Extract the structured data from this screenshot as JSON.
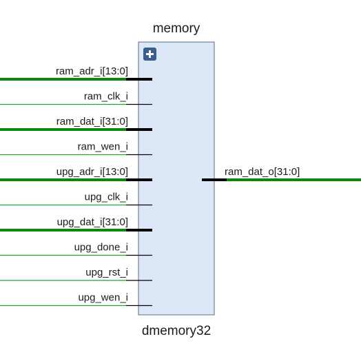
{
  "block": {
    "instance_name": "memory",
    "module_name": "dmemory32",
    "expand_icon": "plus-icon",
    "fill_color": "#dce8f7",
    "border_color": "#5b6b80"
  },
  "colors": {
    "bus_wire": "#0a8a0a",
    "single_wire": "#2aa02a",
    "pin_stub": "#000000",
    "icon_bg": "#3a5f8f"
  },
  "input_ports": [
    {
      "name": "ram_adr_i[13:0]",
      "bus": true
    },
    {
      "name": "ram_clk_i",
      "bus": false
    },
    {
      "name": "ram_dat_i[31:0]",
      "bus": true
    },
    {
      "name": "ram_wen_i",
      "bus": false
    },
    {
      "name": "upg_adr_i[13:0]",
      "bus": true
    },
    {
      "name": "upg_clk_i",
      "bus": false
    },
    {
      "name": "upg_dat_i[31:0]",
      "bus": true
    },
    {
      "name": "upg_done_i",
      "bus": false
    },
    {
      "name": "upg_rst_i",
      "bus": false
    },
    {
      "name": "upg_wen_i",
      "bus": false
    }
  ],
  "output_ports": [
    {
      "name": "ram_dat_o[31:0]",
      "bus": true,
      "row": 4
    }
  ]
}
